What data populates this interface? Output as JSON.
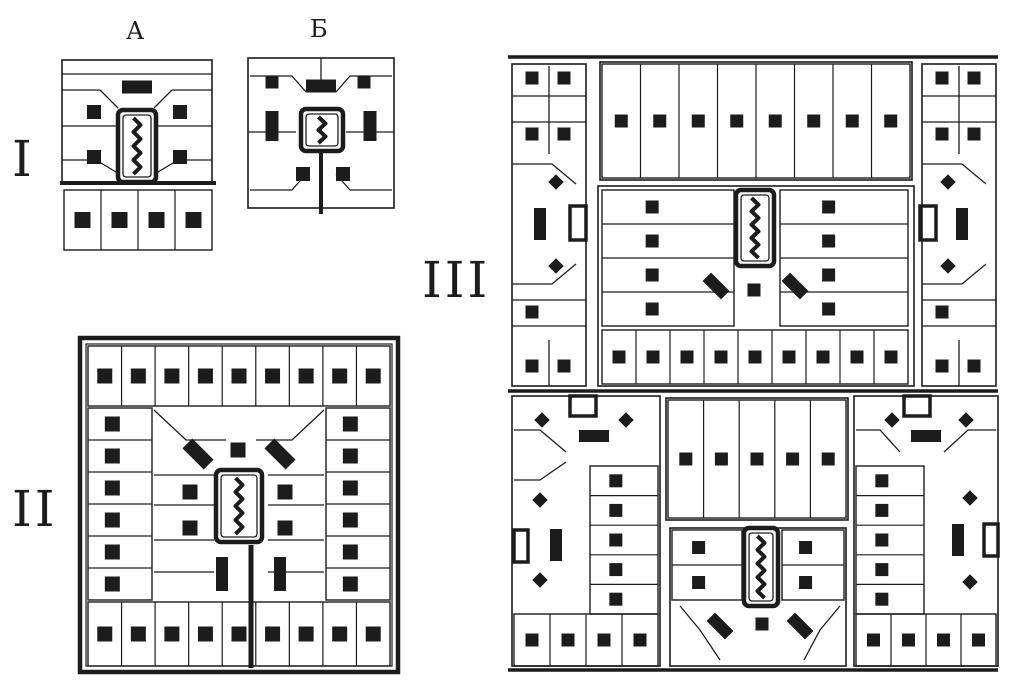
{
  "labels": {
    "variant_a": "А",
    "variant_b": "Б",
    "scheme_1": "I",
    "scheme_2": "II",
    "scheme_3": "III"
  },
  "colors": {
    "ink": "#1c1c1c",
    "paper": "#ffffff"
  }
}
